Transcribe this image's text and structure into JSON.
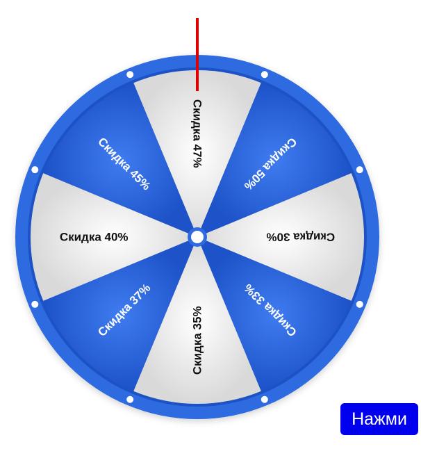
{
  "wheel": {
    "segments": [
      {
        "label": "Скидка 47%",
        "style": "light"
      },
      {
        "label": "Скидка 50%",
        "style": "blue"
      },
      {
        "label": "Скидка 30%",
        "style": "light"
      },
      {
        "label": "Скидка 33%",
        "style": "blue"
      },
      {
        "label": "Скидка 35%",
        "style": "light"
      },
      {
        "label": "Скидка 37%",
        "style": "blue"
      },
      {
        "label": "Скидка 40%",
        "style": "light"
      },
      {
        "label": "Скидка 45%",
        "style": "blue"
      }
    ],
    "colors": {
      "rim": "#2f6be0",
      "rim_dark": "#1d52c4",
      "blue_segment": "#2a62dc",
      "blue_segment_dark": "#1c4fc6",
      "light_segment": "#f2f2f2",
      "light_segment_dark": "#d4d4d4",
      "text_on_light": "#111111",
      "text_on_blue": "#ffffff",
      "pointer": "#e00000",
      "hub": "#ffffff"
    }
  },
  "pointer": {
    "icon": "pointer-line"
  },
  "spin_button": {
    "label": "Нажми",
    "color": "#0000ee"
  }
}
